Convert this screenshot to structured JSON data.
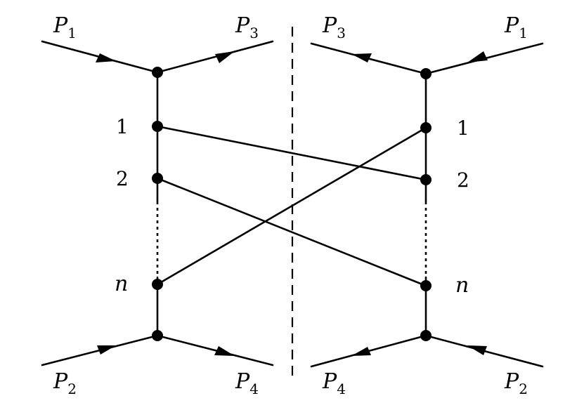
{
  "external_labels": {
    "left_top_in": {
      "name": "P",
      "sub": "1"
    },
    "left_top_out": {
      "name": "P",
      "sub": "3"
    },
    "left_bot_in": {
      "name": "P",
      "sub": "2"
    },
    "left_bot_out": {
      "name": "P",
      "sub": "4"
    },
    "right_top_out": {
      "name": "P",
      "sub": "3"
    },
    "right_top_in": {
      "name": "P",
      "sub": "1"
    },
    "right_bot_out": {
      "name": "P",
      "sub": "4"
    },
    "right_bot_in": {
      "name": "P",
      "sub": "2"
    }
  },
  "vertex_labels": {
    "left": [
      "1",
      "2",
      "n"
    ],
    "right": [
      "1",
      "2",
      "n"
    ]
  }
}
